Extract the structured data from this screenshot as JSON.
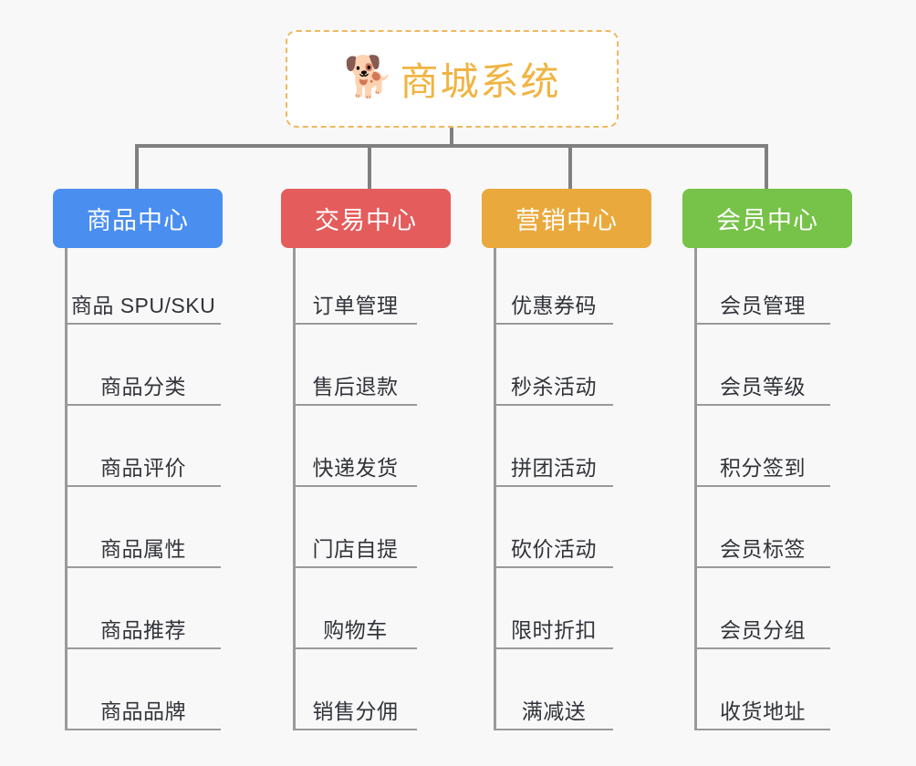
{
  "page": {
    "background_color": "#f8f8f8",
    "connector_color": "#808080",
    "leaf_line_color": "#9a9a9a",
    "leaf_text_color": "#32343a"
  },
  "root": {
    "icon": "shiba-inu-dog-emoji",
    "icon_glyph": "🐕",
    "title": "商城系统",
    "title_color": "#f0b441",
    "border_color": "#f0b860",
    "background_color": "#ffffff"
  },
  "columns": [
    {
      "id": "product-center",
      "header": {
        "label": "商品中心",
        "color": "#4a8ef0",
        "text_color": "#ffffff"
      },
      "items": [
        {
          "label": "商品 SPU/SKU"
        },
        {
          "label": "商品分类"
        },
        {
          "label": "商品评价"
        },
        {
          "label": "商品属性"
        },
        {
          "label": "商品推荐"
        },
        {
          "label": "商品品牌"
        }
      ]
    },
    {
      "id": "trade-center",
      "header": {
        "label": "交易中心",
        "color": "#e45c5c",
        "text_color": "#ffffff"
      },
      "items": [
        {
          "label": "订单管理"
        },
        {
          "label": "售后退款"
        },
        {
          "label": "快递发货"
        },
        {
          "label": "门店自提"
        },
        {
          "label": "购物车"
        },
        {
          "label": "销售分佣"
        }
      ]
    },
    {
      "id": "marketing-center",
      "header": {
        "label": "营销中心",
        "color": "#eaa93c",
        "text_color": "#ffffff"
      },
      "items": [
        {
          "label": "优惠券码"
        },
        {
          "label": "秒杀活动"
        },
        {
          "label": "拼团活动"
        },
        {
          "label": "砍价活动"
        },
        {
          "label": "限时折扣"
        },
        {
          "label": "满减送"
        }
      ]
    },
    {
      "id": "member-center",
      "header": {
        "label": "会员中心",
        "color": "#77c248",
        "text_color": "#ffffff"
      },
      "items": [
        {
          "label": "会员管理"
        },
        {
          "label": "会员等级"
        },
        {
          "label": "积分签到"
        },
        {
          "label": "会员标签"
        },
        {
          "label": "会员分组"
        },
        {
          "label": "收货地址"
        }
      ]
    }
  ]
}
